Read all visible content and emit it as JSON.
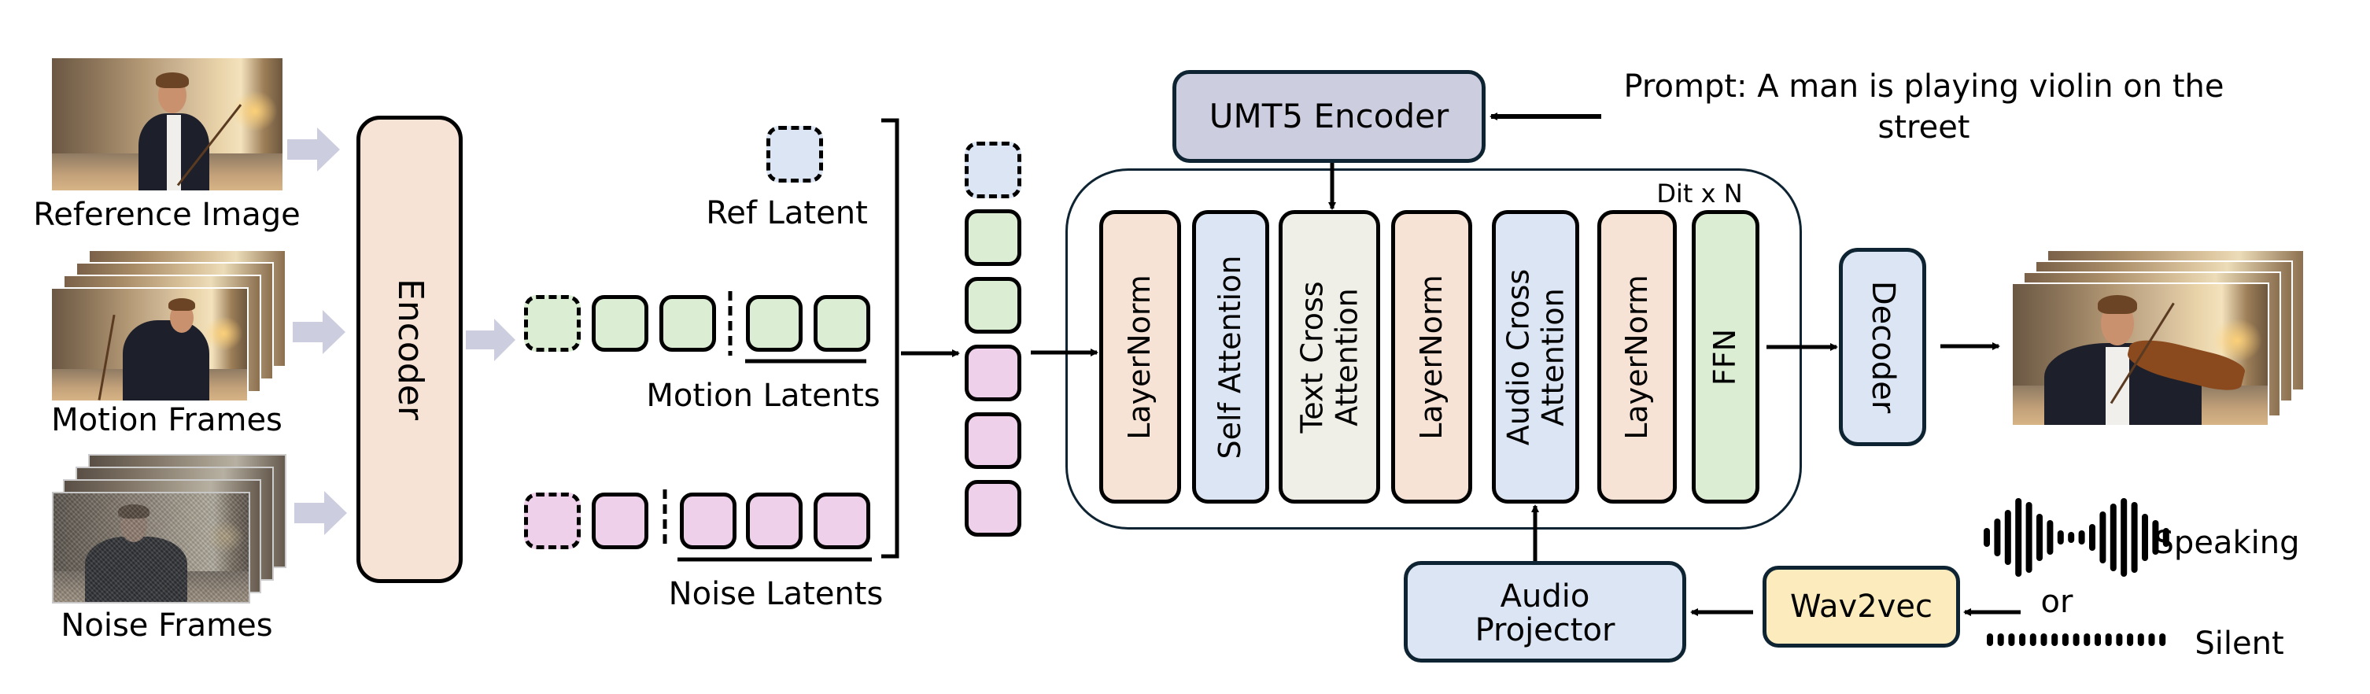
{
  "inputs": {
    "reference_image_label": "Reference Image",
    "motion_frames_label": "Motion Frames",
    "noise_frames_label": "Noise Frames"
  },
  "encoder": {
    "label": "Encoder"
  },
  "latents": {
    "ref_latent_label": "Ref Latent",
    "motion_latents_label": "Motion Latents",
    "noise_latents_label": "Noise Latents"
  },
  "text_branch": {
    "encoder_label": "UMT5 Encoder",
    "prompt_line1": "Prompt: A man is playing violin on the",
    "prompt_line2": "street"
  },
  "dit": {
    "repeat_label": "Dit x N",
    "blocks": [
      {
        "label": "LayerNorm",
        "color": "#f7e3d6"
      },
      {
        "label": "Self Attention",
        "color": "#dbe5f3"
      },
      {
        "label_line1": "Text Cross",
        "label_line2": "Attention",
        "color": "#efefe8"
      },
      {
        "label": "LayerNorm",
        "color": "#f7e3d6"
      },
      {
        "label_line1": "Audio Cross",
        "label_line2": "Attention",
        "color": "#dbe5f3"
      },
      {
        "label": "LayerNorm",
        "color": "#f7e3d6"
      },
      {
        "label": "FFN",
        "color": "#dbeed3"
      }
    ]
  },
  "decoder": {
    "label": "Decoder"
  },
  "audio_branch": {
    "projector_line1": "Audio",
    "projector_line2": "Projector",
    "wav2vec_label": "Wav2vec",
    "speaking_label": "Speaking",
    "or_label": "or",
    "silent_label": "Silent"
  },
  "colors": {
    "light_arrow": "#cdcde0",
    "latent_green": "#dbeed3",
    "latent_pink": "#efd0ea",
    "latent_blue": "#dbe5f3",
    "encoder_fill": "#f7e3d6",
    "umt5_fill": "#cdcde0",
    "wav2vec_fill": "#fbebbd",
    "dit_border": "#0f2432"
  }
}
